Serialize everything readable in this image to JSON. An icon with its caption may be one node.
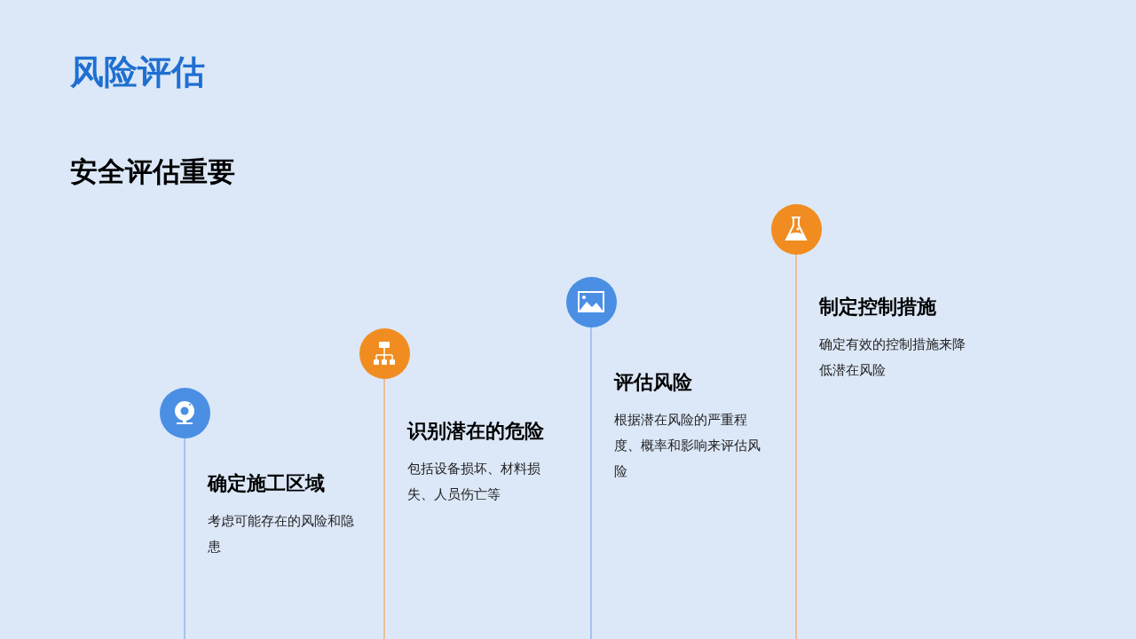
{
  "diagram": {
    "title": "风险评估",
    "nodes": [
      {
        "text": [
          "确定施工区域",
          "考虑可能存在的风险和隐患"
        ]
      },
      {
        "text": [
          "识别潜在的危险",
          "包括设备损坏、材料损失、人员伤亡等"
        ]
      },
      {
        "text": [
          "评估风险",
          "根据潜在风险的严重程度、概率和影响来评估风险"
        ]
      },
      {
        "text": [
          "制定控制措施",
          "确定有效的控制措施来降低潜在风险"
        ]
      }
    ],
    "labels": [
      "安全评估重要"
    ]
  }
}
